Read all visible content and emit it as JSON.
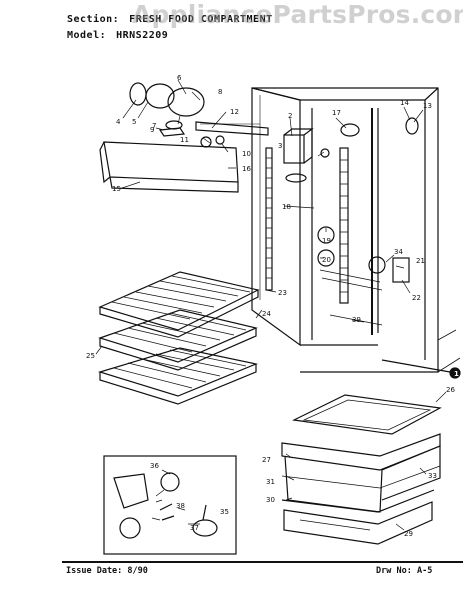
{
  "header": {
    "section_label": "Section:",
    "section_value": "FRESH FOOD COMPARTMENT",
    "model_label": "Model:",
    "model_value": "HRNS2209"
  },
  "watermark": "AppliancePartsPros.com",
  "footer": {
    "issue_label": "Issue Date:",
    "issue_value": "8/90",
    "drw_label": "Drw No:",
    "drw_value": "A-5"
  },
  "callouts": {
    "c1": "1",
    "c2": "2",
    "c3": "3",
    "c4": "4",
    "c5": "5",
    "c6": "6",
    "c7": "7",
    "c8": "8",
    "c9": "9",
    "c10": "10",
    "c11": "11",
    "c12": "12",
    "c13": "13",
    "c14": "14",
    "c15": "15",
    "c16": "16",
    "c17": "17",
    "c18": "18",
    "c19": "19",
    "c20": "20",
    "c21": "21",
    "c22": "22",
    "c23": "23",
    "c24": "24",
    "c25": "25",
    "c26": "26",
    "c27": "27",
    "c29": "29",
    "c30": "30",
    "c31": "31",
    "c33": "33",
    "c34": "34",
    "c35": "35",
    "c36": "36",
    "c37": "37",
    "c38": "38",
    "c39": "39"
  }
}
